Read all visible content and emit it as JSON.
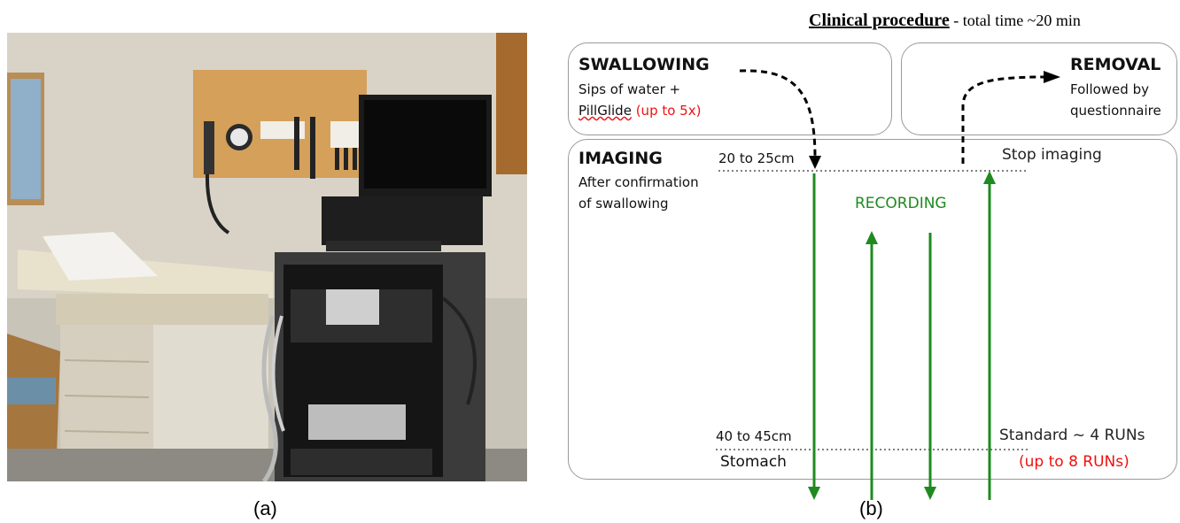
{
  "photo": {
    "caption": "(a)",
    "subject": "clinical exam room with examination table, wall-mounted diagnostic instruments, and a rack cart with imaging equipment and monitor"
  },
  "diagram": {
    "caption": "(b)",
    "title": "Clinical procedure",
    "title_suffix": " - total time ~20 min",
    "swallowing": {
      "heading": "SWALLOWING",
      "line1": "Sips of water +",
      "line2_a": "PillGlide",
      "line2_b": " (up to 5x)"
    },
    "removal": {
      "heading": "REMOVAL",
      "line1": "Followed by",
      "line2": "questionnaire"
    },
    "imaging": {
      "heading": "IMAGING",
      "line1": "After confirmation",
      "line2": "of swallowing",
      "depth_top": "20 to 25cm",
      "stop_label": "Stop imaging",
      "recording": "RECORDING",
      "depth_bottom": "40 to 45cm",
      "stomach": "Stomach",
      "standard": "Standard ~ 4 RUNs",
      "up_to": "(up to 8 RUNs)"
    },
    "colors": {
      "green": "#1f8a1f",
      "red": "#ee1111",
      "border": "#9a9a9a"
    }
  }
}
